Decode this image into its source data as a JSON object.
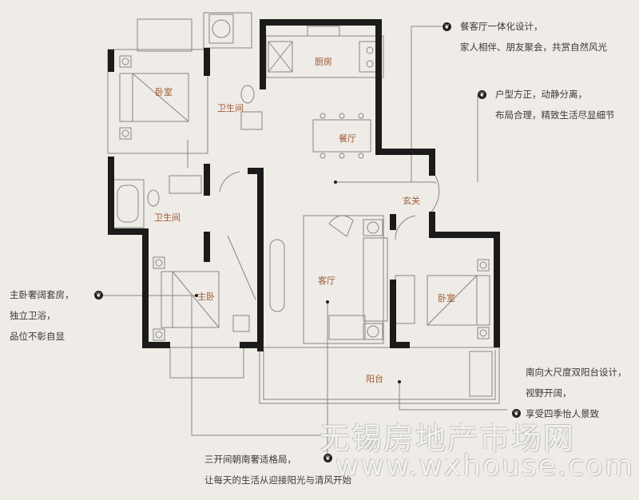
{
  "rooms": {
    "bedroom_nw": "卧室",
    "bathroom_top": "卫生间",
    "kitchen": "厨房",
    "dining": "餐厅",
    "entrance": "玄关",
    "bathroom_mid": "卫生间",
    "master_bedroom": "主卧",
    "living_room": "客厅",
    "bedroom_se": "卧室",
    "balcony": "阳台"
  },
  "notes": {
    "kitchen_dining": [
      "餐客厅一体化设计，",
      "家人相伴、朋友聚会，共赏自然风光"
    ],
    "layout": [
      "户型方正，动静分离，",
      "布局合理，精致生活尽显细节"
    ],
    "master": [
      "主卧奢阔套房，",
      "独立卫浴，",
      "品位不彰自显"
    ],
    "balcony": [
      "南向大尺度双阳台设计，",
      "视野开阔，",
      "享受四季怡人景致"
    ],
    "south": [
      "三开间朝南奢适格局，",
      "让每天的生活从迎接阳光与清风开始"
    ]
  },
  "icons": {
    "bullet": "leaf-icon"
  },
  "watermark": {
    "line1": "无锡房地产市场网",
    "line2": "www.wxhouse.com"
  },
  "colors": {
    "wall": "#1b1b1b",
    "line": "#8a8580",
    "label": "#9c5a32",
    "background": "#efebe6"
  }
}
